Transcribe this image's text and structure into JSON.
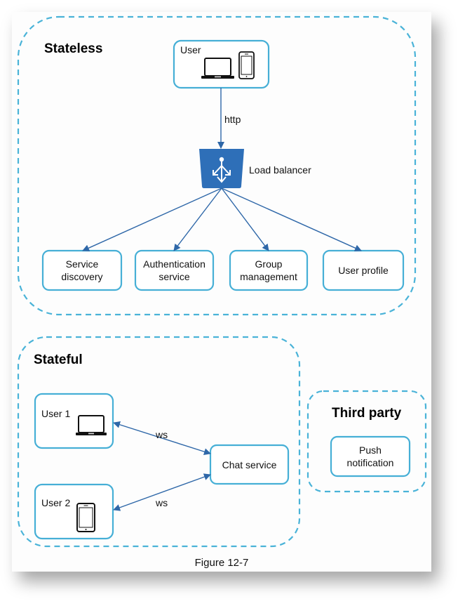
{
  "colors": {
    "group_border": "#4ab3d8",
    "box_border": "#46afd6",
    "arrow": "#2e67a8",
    "load_balancer": "#2e6fb8"
  },
  "groups": {
    "stateless": {
      "title": "Stateless"
    },
    "stateful": {
      "title": "Stateful"
    },
    "third_party": {
      "title": "Third party"
    }
  },
  "nodes": {
    "user": {
      "label": "User",
      "icons": [
        "laptop-icon",
        "phone-icon"
      ]
    },
    "load_balancer": {
      "label": "Load balancer",
      "icon": "load-balancer-icon"
    },
    "service_discovery": {
      "label_line1": "Service",
      "label_line2": "discovery"
    },
    "authentication_service": {
      "label_line1": "Authentication",
      "label_line2": "service"
    },
    "group_management": {
      "label_line1": "Group",
      "label_line2": "management"
    },
    "user_profile": {
      "label": "User profile"
    },
    "user1": {
      "label": "User 1",
      "icon": "laptop-icon"
    },
    "user2": {
      "label": "User 2",
      "icon": "phone-icon"
    },
    "chat_service": {
      "label": "Chat service"
    },
    "push_notification": {
      "label_line1": "Push",
      "label_line2": "notification"
    }
  },
  "edges": {
    "user_to_lb": {
      "label": "http"
    },
    "user1_chat": {
      "label": "ws"
    },
    "user2_chat": {
      "label": "ws"
    }
  },
  "caption": "Figure 12-7"
}
